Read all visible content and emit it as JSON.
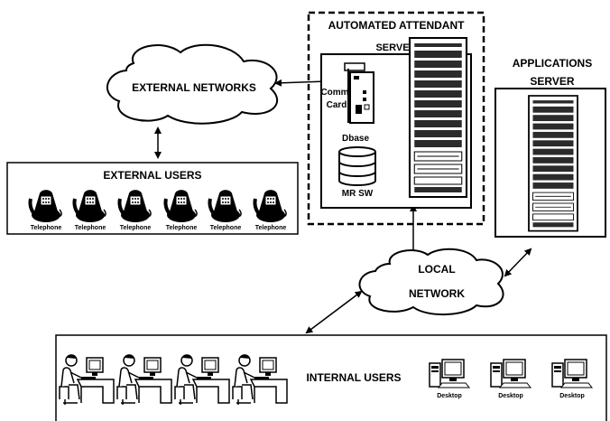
{
  "colors": {
    "ink": "#000000",
    "paper": "#ffffff",
    "rack": "#2b2b2b"
  },
  "nodes": {
    "automated_attendant": {
      "title": "AUTOMATED ATTENDANT",
      "server_label": "SERVER"
    },
    "applications_server": {
      "title": "APPLICATIONS",
      "server_label": "SERVER"
    },
    "external_networks": {
      "label": "EXTERNAL NETWORKS"
    },
    "local_network": {
      "line1": "LOCAL",
      "line2": "NETWORK"
    },
    "external_users": {
      "title": "EXTERNAL USERS"
    },
    "internal_users": {
      "title": "INTERNAL USERS"
    },
    "comm_card": {
      "line1": "Comm",
      "line2": "Card"
    },
    "database": {
      "label": "Dbase",
      "sw_label": "MR SW"
    }
  },
  "telephones": [
    "Telephone",
    "Telephone",
    "Telephone",
    "Telephone",
    "Telephone",
    "Telephone"
  ],
  "desktops": [
    "Desktop",
    "Desktop",
    "Desktop"
  ],
  "icons": [
    "cloud-icon",
    "server-rack-icon",
    "comm-card-icon",
    "database-icon",
    "telephone-icon",
    "desktop-computer-icon",
    "person-at-desk-icon"
  ]
}
